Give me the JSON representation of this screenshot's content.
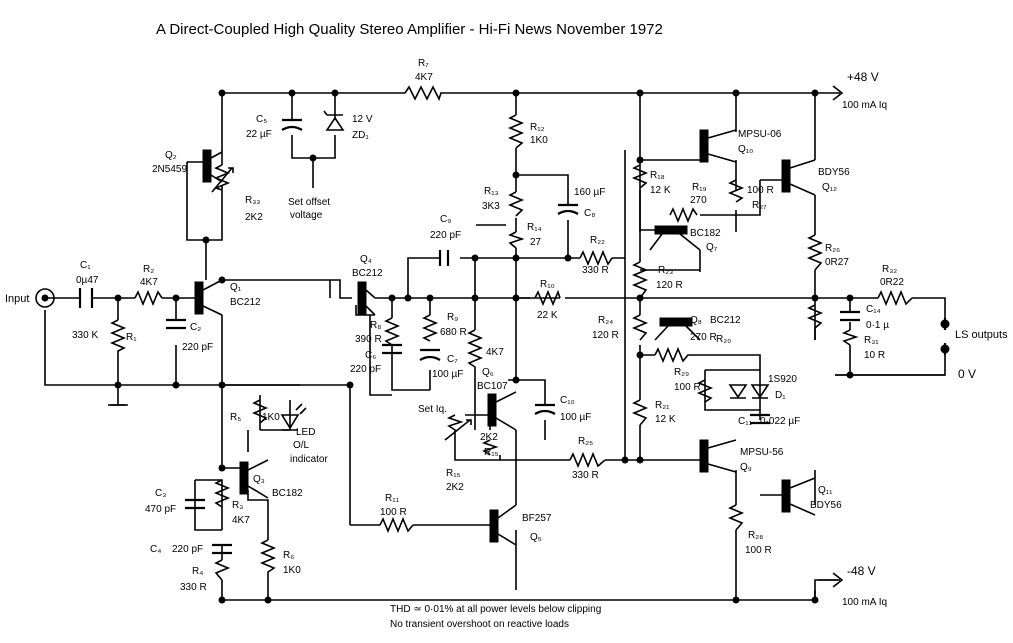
{
  "title": "A Direct-Coupled High Quality Stereo Amplifier - Hi-Fi News November 1972",
  "rails": {
    "pos_voltage": "+48 V",
    "pos_current": "100 mA  Iq",
    "neg_voltage": "-48 V",
    "neg_current": "100 mA  Iq",
    "ground": "0 V"
  },
  "io": {
    "input": "Input",
    "output": "LS outputs"
  },
  "labels": {
    "set_offset": "Set offset",
    "voltage": "voltage",
    "set_iq": "Set Iq.",
    "led_1": "LED",
    "led_2": "O/L",
    "led_3": "indicator"
  },
  "components": {
    "C1_name": "C₁",
    "C1_val": "0µ47",
    "R1_name": "R₁",
    "R1_val": "330 K",
    "R2_name": "R₂",
    "R2_val": "4K7",
    "C2_name": "C₂",
    "C2_val": "220 pF",
    "Q1_name": "Q₁",
    "Q1_type": "BC212",
    "Q2_name": "Q₂",
    "Q2_type": "2N5459",
    "R33_name": "R₃₃",
    "R33_val": "2K2",
    "C5_name": "C₅",
    "C5_val": "22 µF",
    "ZD1_name": "ZD₁",
    "ZD1_val": "12 V",
    "R7_name": "R₇",
    "R7_val": "4K7",
    "Q4_name": "Q₄",
    "Q4_type": "BC212",
    "R8_name": "R₈",
    "R8_val": "390 R",
    "C6_name": "C₆",
    "C6_val": "220 pF",
    "R9_name": "R₉",
    "R9_val": "680 R",
    "C7_name": "C₇",
    "C7_val": "100 µF",
    "C9_name": "C₉",
    "C9_val": "220 pF",
    "R12_name": "R₁₂",
    "R12_val": "1K0",
    "R13_name": "R₁₃",
    "R13_val": "3K3",
    "R14_name": "R₁₄",
    "R14_val": "27",
    "C8_name": "C₈",
    "C8_val": "160 µF",
    "R22_name": "R₂₂",
    "R22_val": "330 R",
    "R10_name": "R₁₀",
    "R10_val": "22 K",
    "R_4K7_val": "4K7",
    "Q6_name": "Q₆",
    "Q6_type": "BC107",
    "C10_name": "C₁₀",
    "C10_val": "100 µF",
    "R15_name": "R₁₅",
    "R15_val": "2K2",
    "R15b_name": "R₁₅",
    "R15b_val": "2K2",
    "R25_name": "R₂₅",
    "R25_val": "330 R",
    "R5_name": "R₅",
    "R5_val": "1K0",
    "Q3_name": "Q₃",
    "Q3_type": "BC182",
    "C3_name": "C₃",
    "C3_val": "470 pF",
    "R3_name": "R₃",
    "R3_val": "4K7",
    "C4_name": "C₄",
    "C4_val": "220 pF",
    "R4_name": "R₄",
    "R4_val": "330 R",
    "R6_name": "R₆",
    "R6_val": "1K0",
    "R11_name": "R₁₁",
    "R11_val": "100 R",
    "Q5_name": "Q₅",
    "Q5_type": "BF257",
    "Q10_name": "Q₁₀",
    "Q10_type": "MPSU-06",
    "R18_name": "R₁₈",
    "R18_val": "12 K",
    "R19_name": "R₁₉",
    "R19_val": "270",
    "R27_name": "R₂₇",
    "R27_val": "100 R",
    "Q12_name": "Q₁₂",
    "Q12_type": "BDY56",
    "Q7_name": "Q₇",
    "Q7_type": "BC182",
    "R23_name": "R₂₃",
    "R23_val": "120 R",
    "R26_name": "R₂₆",
    "R26_val": "0R27",
    "R32_name": "R₃₂",
    "R32_val": "0R22",
    "C14_name": "C₁₄",
    "C14_val": "0·1 µ",
    "R31_name": "R₃₁",
    "R31_val": "10 R",
    "R24_name": "R₂₄",
    "R24_val": "120 R",
    "Q8_name": "Q₈",
    "Q8_type": "BC212",
    "R20_name": "R₂₀",
    "R20_val": "270 R",
    "R29_name": "R₂₉",
    "R29_val": "100 R",
    "D1_name": "D₁",
    "D1_type": "1S920",
    "C11_name": "C₁₁",
    "C11_val": "0·022 µF",
    "R21_name": "R₂₁",
    "R21_val": "12 K",
    "Q9_name": "Q₉",
    "Q9_type": "MPSU-56",
    "Q11_name": "Q₁₁",
    "Q11_type": "BDY56",
    "R28_name": "R₂₈",
    "R28_val": "100 R"
  },
  "notes": {
    "line1": "THD ≃ 0·01% at all power levels below clipping",
    "line2": "No transient overshoot on reactive loads"
  }
}
